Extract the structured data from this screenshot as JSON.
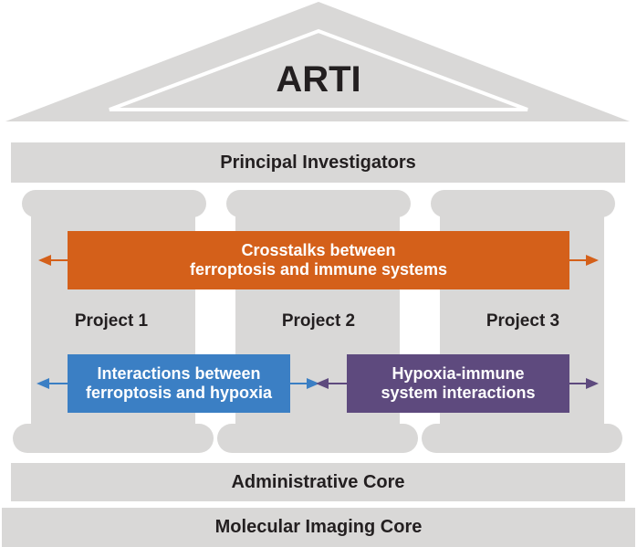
{
  "title": "ARTI",
  "bands": {
    "principal_investigators": "Principal Investigators",
    "administrative_core": "Administrative Core",
    "molecular_imaging_core": "Molecular Imaging Core"
  },
  "projects": [
    "Project 1",
    "Project 2",
    "Project 3"
  ],
  "boxes": {
    "crosstalks": {
      "line1": "Crosstalks between",
      "line2": "ferroptosis and immune systems",
      "color": "#d4601a"
    },
    "ferroptosis_hypoxia": {
      "line1": "Interactions between",
      "line2": "ferroptosis and hypoxia",
      "color": "#3b7fc4"
    },
    "hypoxia_immune": {
      "line1": "Hypoxia-immune",
      "line2": "system interactions",
      "color": "#5e4a7e"
    }
  },
  "colors": {
    "stone": "#d9d8d7",
    "stone_dark": "#cfcecd",
    "background": "#ffffff",
    "text": "#231f20"
  }
}
